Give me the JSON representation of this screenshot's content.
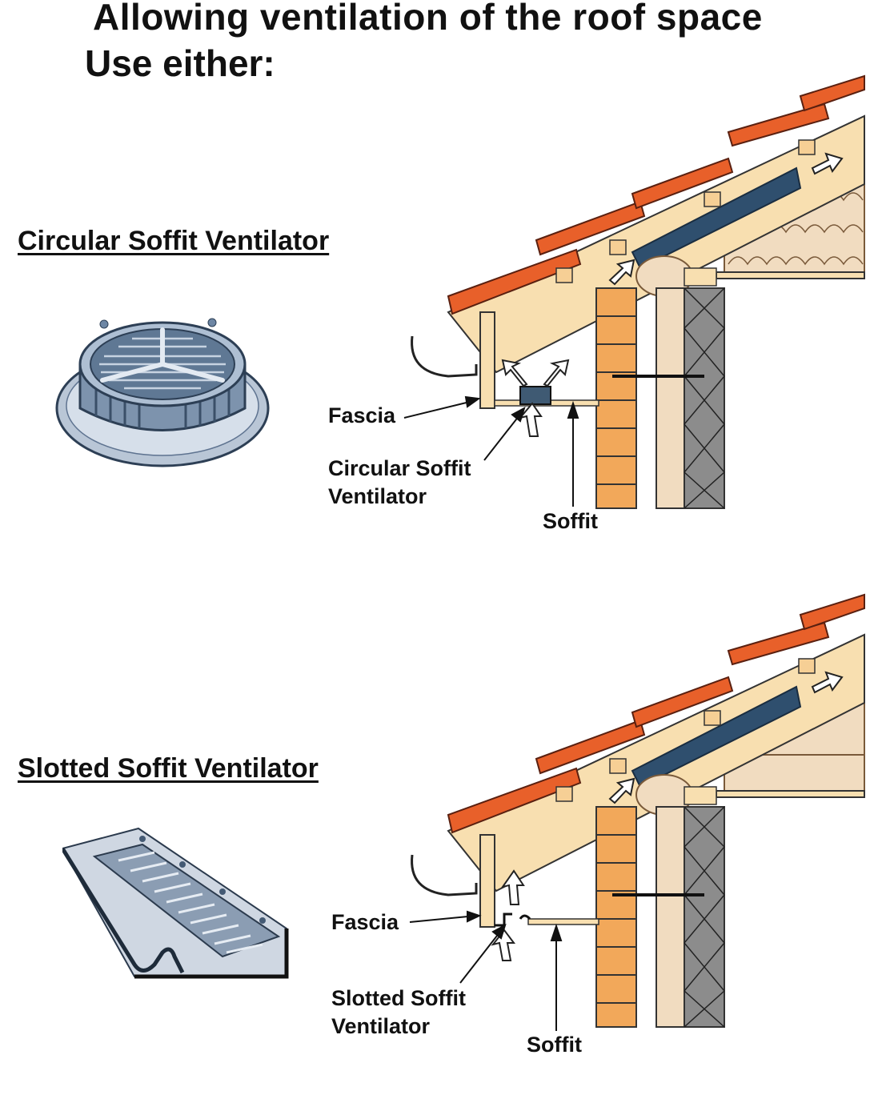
{
  "title": "Allowing ventilation of the roof space",
  "subtitle": "Use either:",
  "sections": [
    {
      "heading": "Circular Soffit Ventilator",
      "labels": {
        "fascia": "Fascia",
        "ventilator_line1": "Circular Soffit",
        "ventilator_line2": "Ventilator",
        "soffit": "Soffit"
      }
    },
    {
      "heading": "Slotted Soffit Ventilator",
      "labels": {
        "fascia": "Fascia",
        "ventilator_line1": "Slotted Soffit",
        "ventilator_line2": "Ventilator",
        "soffit": "Soffit"
      }
    }
  ],
  "colors": {
    "tile": "#e8602a",
    "timber": "#f8dfb0",
    "brick": "#f2a85a",
    "felt": "#2f4f6e",
    "insulation": "#f1dcc0",
    "block": "#8c8c8c",
    "vent": "#3f5a73"
  }
}
